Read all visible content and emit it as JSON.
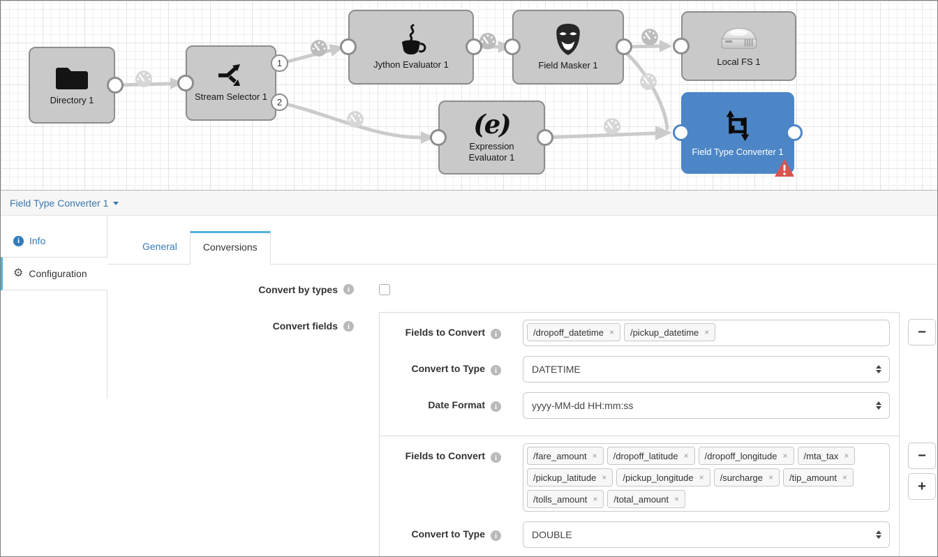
{
  "canvas": {
    "nodes": {
      "directory": {
        "label": "Directory 1",
        "icon": "folder-icon"
      },
      "stream_selector": {
        "label": "Stream Selector 1",
        "icon": "branch-arrows-icon",
        "output_ports": [
          "1",
          "2"
        ]
      },
      "jython": {
        "label": "Jython Evaluator 1",
        "icon": "coffee-cup-icon"
      },
      "field_masker": {
        "label": "Field Masker 1",
        "icon": "theater-mask-icon"
      },
      "local_fs": {
        "label": "Local FS 1",
        "icon": "hard-drive-icon"
      },
      "expression": {
        "label": "Expression Evaluator 1",
        "icon": "expression-e-icon"
      },
      "field_type_converter": {
        "label": "Field Type Converter 1",
        "icon": "type-converter-icon",
        "selected": true,
        "has_error_badge": true
      }
    }
  },
  "breadcrumb": {
    "stage_label": "Field Type Converter 1"
  },
  "sidebar": {
    "info_label": "Info",
    "configuration_label": "Configuration"
  },
  "tabs": {
    "general": "General",
    "conversions": "Conversions",
    "active": "Conversions"
  },
  "form": {
    "convert_by_types": {
      "label": "Convert by types",
      "checked": false
    },
    "convert_fields": {
      "label": "Convert fields"
    },
    "groups": [
      {
        "fields_label": "Fields to Convert",
        "fields": [
          "/dropoff_datetime",
          "/pickup_datetime"
        ],
        "type_label": "Convert to Type",
        "type_value": "DATETIME",
        "date_format_label": "Date Format",
        "date_format_value": "yyyy-MM-dd HH:mm:ss"
      },
      {
        "fields_label": "Fields to Convert",
        "fields": [
          "/fare_amount",
          "/dropoff_latitude",
          "/dropoff_longitude",
          "/mta_tax",
          "/pickup_latitude",
          "/pickup_longitude",
          "/surcharge",
          "/tip_amount",
          "/tolls_amount",
          "/total_amount"
        ],
        "type_label": "Convert to Type",
        "type_value": "DOUBLE"
      }
    ]
  },
  "glyphs": {
    "remove_tag": "×",
    "info": "i",
    "minus": "−",
    "plus": "+",
    "gear": "⚙"
  },
  "colors": {
    "selected_stage": "#4c86c7",
    "tab_accent": "#52b2dd",
    "link_blue": "#337ab7",
    "error_red": "#d9534f",
    "edge_gray": "#cbcbcb"
  }
}
